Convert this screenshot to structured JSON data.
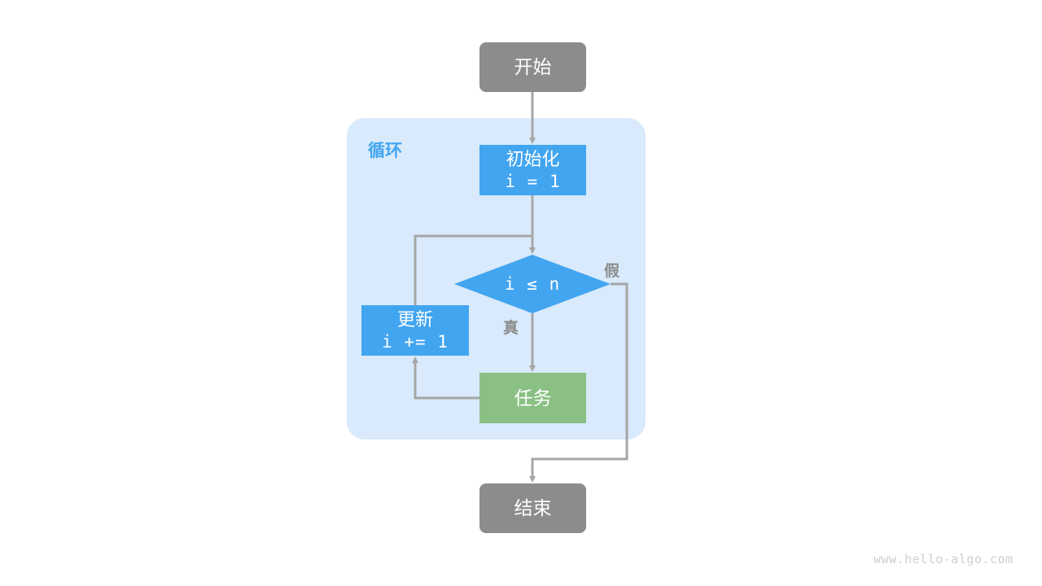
{
  "diagram": {
    "title_watermark": "www.hello-algo.com",
    "loop_container_label": "循环",
    "colors": {
      "terminal": "#8c8c8c",
      "process_blue": "#42a5f0",
      "process_green": "#8ac083",
      "loop_background": "#d8eafb",
      "connector": "#a6a6a6",
      "label_text": "#8c8c8c",
      "loop_label_text": "#42a5f0",
      "node_text": "#ffffff",
      "watermark_text": "#cfcfcf",
      "page_background": "#ffffff"
    },
    "nodes": {
      "start": {
        "label": "开始"
      },
      "init": {
        "label": "初始化",
        "code": "i = 1"
      },
      "condition": {
        "label": "i ≤ n"
      },
      "update": {
        "label": "更新",
        "code": "i += 1"
      },
      "task": {
        "label": "任务"
      },
      "end": {
        "label": "结束"
      }
    },
    "edge_labels": {
      "true_branch": "真",
      "false_branch": "假"
    }
  }
}
